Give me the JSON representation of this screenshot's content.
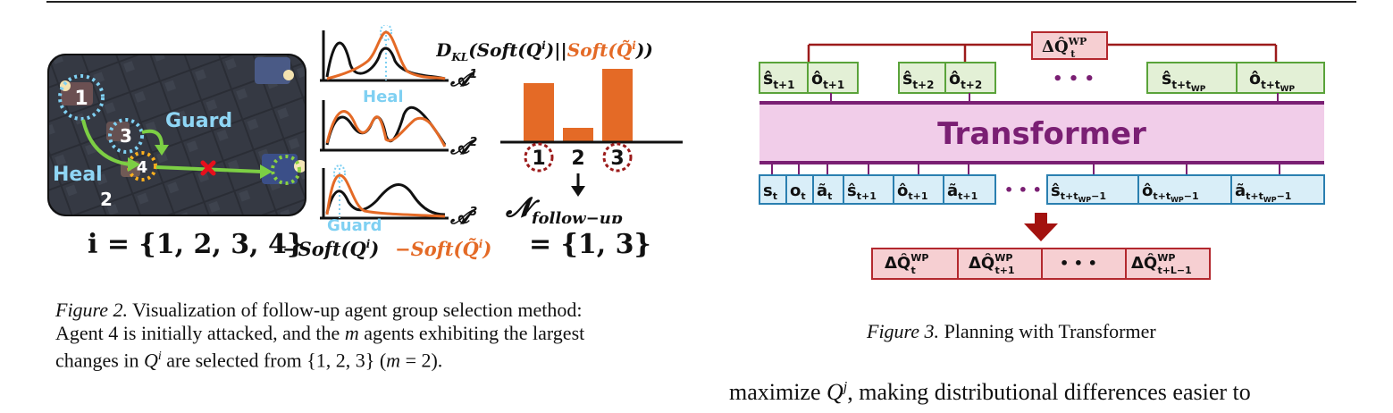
{
  "fig2": {
    "labels": {
      "agent_1": "1",
      "agent_2": "2",
      "agent_3": "3",
      "agent_4": "4",
      "guard": "Guard",
      "heal": "Heal",
      "curve_heal": "Heal",
      "curve_guard": "Guard",
      "axis_a1": "𝓐",
      "axis_a1_sup": "1",
      "axis_a2": "𝓐",
      "axis_a2_sup": "2",
      "axis_a3": "𝓐",
      "axis_a3_sup": "3",
      "kl_prefix": "D",
      "kl_sub": "KL",
      "kl_open": "(Soft(Q",
      "kl_sup_i": "i",
      "kl_mid": ")||",
      "kl_soft_tilde": "Soft(Q̃",
      "kl_sup_i2": "i",
      "kl_close": "))",
      "bar_1": "1",
      "bar_2": "2",
      "bar_3": "3",
      "follow_n": "𝓝",
      "follow_sub": "follow−up",
      "eq_left": "i = {1, 2, 3, 4}",
      "legend_black": "Soft(Q",
      "legend_black_sup": "i",
      "legend_black_close": ")",
      "legend_orange": "Soft(Q̃",
      "legend_orange_sup": "i",
      "legend_orange_close": ")",
      "eq_right": "= {1, 3}"
    },
    "caption": {
      "label": "Figure 2.",
      "line1": " Visualization of follow-up agent group selection method:",
      "line2a": "Agent 4 is initially attacked, and the ",
      "line2_m": "m",
      "line2b": " agents exhibiting the largest",
      "line3a": "changes in ",
      "line3_q": "Q",
      "line3_sup": "i",
      "line3b": " are selected from {1, 2, 3} (",
      "line3_m": "m",
      "line3c": " = 2)."
    },
    "colors": {
      "orange": "#e46a26",
      "black": "#111111",
      "cyan": "#7fd0f2",
      "green": "#7acb3e",
      "red": "#e6101c",
      "darkred": "#9c1b1b"
    }
  },
  "fig3": {
    "top_box": "ΔQ̂",
    "top_box_sup": "WP",
    "top_box_sub": "t",
    "green_boxes": [
      {
        "a": "ŝ",
        "a_sub": "t+1",
        "b": "ô",
        "b_sub": "t+1"
      },
      {
        "a": "ŝ",
        "a_sub": "t+2",
        "b": "ô",
        "b_sub": "t+2"
      },
      {
        "a": "ŝ",
        "a_sub": "t+t",
        "a_subsub": "WP",
        "b": "ô",
        "b_sub": "t+t",
        "b_subsub": "WP"
      }
    ],
    "dots": "• • •",
    "transformer": "Transformer",
    "blue_boxes": [
      {
        "t": "s",
        "sub": "t"
      },
      {
        "t": "o",
        "sub": "t"
      },
      {
        "t": "ã",
        "sub": "t"
      },
      {
        "t": "ŝ",
        "sub": "t+1"
      },
      {
        "t": "ô",
        "sub": "t+1"
      },
      {
        "t": "ã",
        "sub": "t+1"
      },
      {
        "t": "ŝ",
        "sub": "t+t",
        "subsub": "WP",
        "tail": "−1"
      },
      {
        "t": "ô",
        "sub": "t+t",
        "subsub": "WP",
        "tail": "−1"
      },
      {
        "t": "ã",
        "sub": "t+t",
        "subsub": "WP",
        "tail": "−1"
      }
    ],
    "out_boxes": [
      {
        "t": "ΔQ̂",
        "sup": "WP",
        "sub": "t"
      },
      {
        "t": "ΔQ̂",
        "sup": "WP",
        "sub": "t+1"
      },
      {
        "t": "• • •"
      },
      {
        "t": "ΔQ̂",
        "sup": "WP",
        "sub": "t+L−1"
      }
    ],
    "caption_label": "Figure 3.",
    "caption_text": " Planning with Transformer",
    "colors": {
      "green_fill": "#e3f0d6",
      "green_stroke": "#5aa33a",
      "blue_fill": "#d9eef8",
      "blue_stroke": "#2a7fb0",
      "pink": "#f1cde9",
      "purple": "#7a1f73",
      "red_fill": "#f6cfd2",
      "red_stroke": "#b3282e",
      "dark_red_arrow": "#a3120f"
    }
  },
  "body": {
    "text_a": "maximize ",
    "text_q": "Q",
    "text_sup": "j",
    "text_b": ", making distributional differences easier to"
  }
}
